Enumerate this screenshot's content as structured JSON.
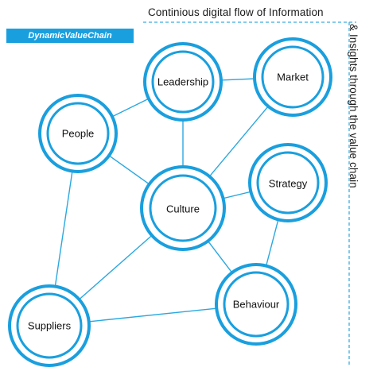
{
  "title": "DynamicValueChain",
  "top_caption": "Continious digital flow of Information",
  "side_caption": "& Insights through the value chain",
  "colors": {
    "accent": "#1a9fde",
    "line": "#2aa8e0",
    "dashed": "#3aaee0"
  },
  "nodes": {
    "leadership": "Leadership",
    "market": "Market",
    "people": "People",
    "culture": "Culture",
    "strategy": "Strategy",
    "behaviour": "Behaviour",
    "suppliers": "Suppliers"
  }
}
